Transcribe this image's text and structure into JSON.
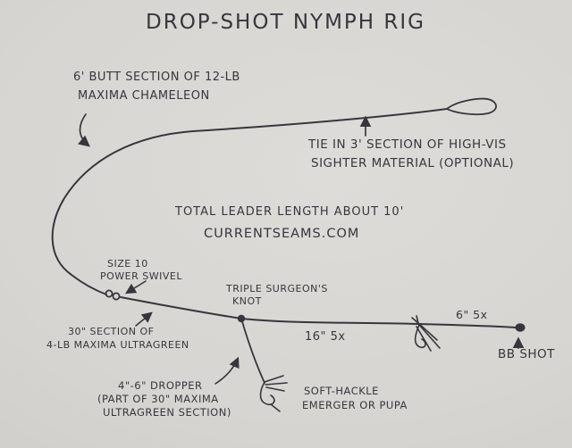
{
  "colors": {
    "paper": "#d6d4d0",
    "ink": "#38363c"
  },
  "title": "DROP-SHOT NYMPH RIG",
  "labels": {
    "butt_section": {
      "line1": "6' BUTT SECTION OF 12-LB",
      "line2": "MAXIMA CHAMELEON"
    },
    "sighter": {
      "line1": "TIE IN 3' SECTION OF HIGH-VIS",
      "line2": "SIGHTER MATERIAL (OPTIONAL)"
    },
    "total_length": "TOTAL LEADER LENGTH ABOUT 10'",
    "website": "CURRENTSEAMS.COM",
    "swivel": {
      "line1": "SIZE 10",
      "line2": "POWER SWIVEL"
    },
    "surgeons_knot": {
      "line1": "TRIPLE SURGEON'S",
      "line2": "KNOT"
    },
    "tippet_16": "16\" 5x",
    "tippet_6": "6\" 5x",
    "bb_shot": "BB SHOT",
    "ultragreen": {
      "line1": "30\" SECTION OF",
      "line2": "4-LB MAXIMA ULTRAGREEN"
    },
    "dropper": {
      "line1": "4\"-6\" DROPPER",
      "line2": "(PART OF 30\" MAXIMA",
      "line3": "ULTRAGREEN SECTION)"
    },
    "fly": {
      "line1": "SOFT-HACKLE",
      "line2": "EMERGER OR PUPA"
    }
  },
  "drawing_parts": [
    "perfection-loop",
    "leader-line",
    "power-swivel",
    "surgeons-knot",
    "dropper-line",
    "dropper-fly",
    "inline-fly",
    "bb-shot"
  ]
}
